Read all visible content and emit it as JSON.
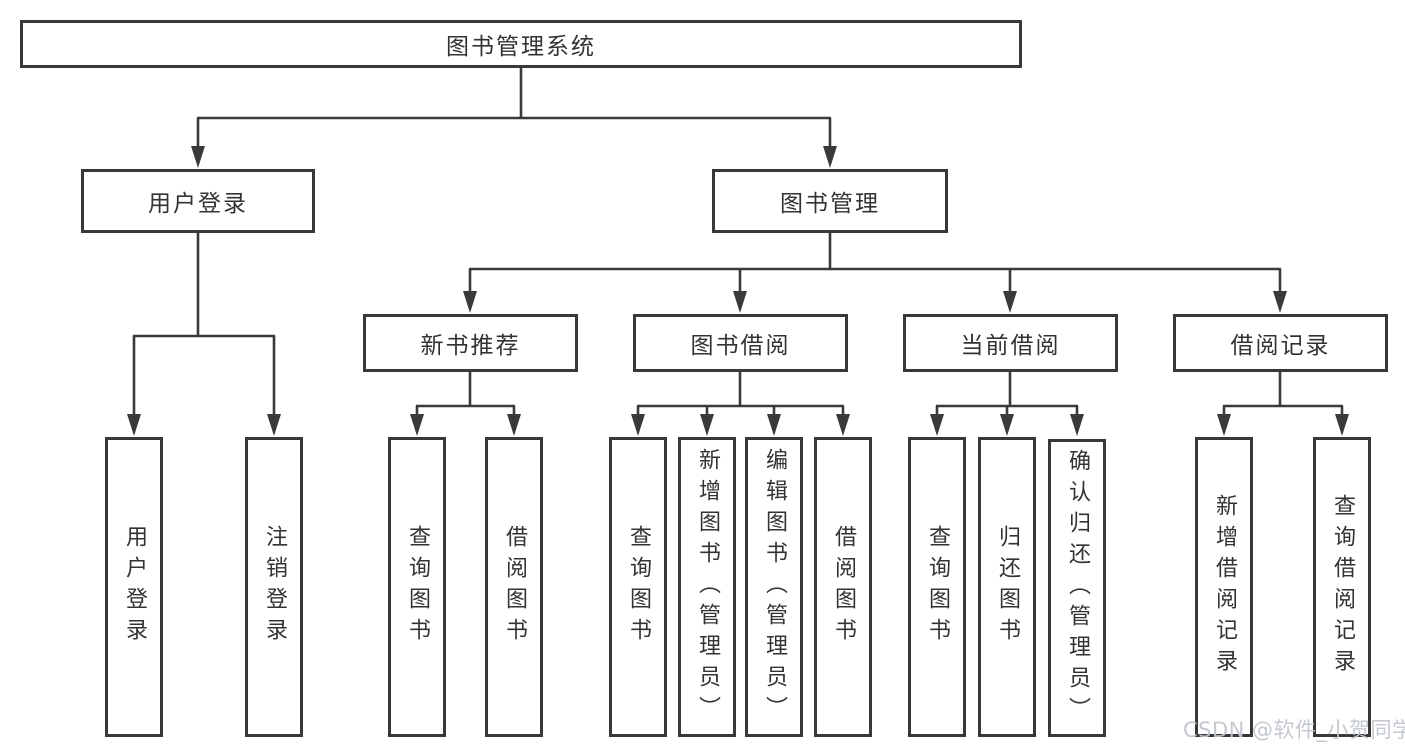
{
  "diagram": {
    "type": "tree",
    "colors": {
      "background": "#ffffff",
      "box_border": "#383838",
      "line": "#3a3a3a",
      "text": "#333333",
      "watermark": "#c1c6cd"
    },
    "nodes": {
      "root": {
        "label": "图书管理系统"
      },
      "branch_user_login": {
        "label": "用户登录"
      },
      "branch_book_mgmt": {
        "label": "图书管理"
      },
      "module_new_book_rec": {
        "label": "新书推荐"
      },
      "module_book_borrow": {
        "label": "图书借阅"
      },
      "module_current_borrow": {
        "label": "当前借阅"
      },
      "module_borrow_records": {
        "label": "借阅记录"
      },
      "leaf_user_login": {
        "label": "用户登录"
      },
      "leaf_logout": {
        "label": "注销登录"
      },
      "leaf_rec_query_books": {
        "label": "查询图书"
      },
      "leaf_rec_borrow_books": {
        "label": "借阅图书"
      },
      "leaf_bb_query_books": {
        "label": "查询图书"
      },
      "leaf_bb_add_books": {
        "label": "新增图书（管理员）"
      },
      "leaf_bb_edit_books": {
        "label": "编辑图书（管理员）"
      },
      "leaf_bb_borrow_books": {
        "label": "借阅图书"
      },
      "leaf_cb_query_books": {
        "label": "查询图书"
      },
      "leaf_cb_return_books": {
        "label": "归还图书"
      },
      "leaf_cb_confirm_return": {
        "label": "确认归还（管理员）"
      },
      "leaf_br_add_record": {
        "label": "新增借阅记录"
      },
      "leaf_br_query_record": {
        "label": "查询借阅记录"
      }
    },
    "edges": [
      [
        "root",
        "branch_user_login"
      ],
      [
        "root",
        "branch_book_mgmt"
      ],
      [
        "branch_user_login",
        "leaf_user_login"
      ],
      [
        "branch_user_login",
        "leaf_logout"
      ],
      [
        "branch_book_mgmt",
        "module_new_book_rec"
      ],
      [
        "branch_book_mgmt",
        "module_book_borrow"
      ],
      [
        "branch_book_mgmt",
        "module_current_borrow"
      ],
      [
        "branch_book_mgmt",
        "module_borrow_records"
      ],
      [
        "module_new_book_rec",
        "leaf_rec_query_books"
      ],
      [
        "module_new_book_rec",
        "leaf_rec_borrow_books"
      ],
      [
        "module_book_borrow",
        "leaf_bb_query_books"
      ],
      [
        "module_book_borrow",
        "leaf_bb_add_books"
      ],
      [
        "module_book_borrow",
        "leaf_bb_edit_books"
      ],
      [
        "module_book_borrow",
        "leaf_bb_borrow_books"
      ],
      [
        "module_current_borrow",
        "leaf_cb_query_books"
      ],
      [
        "module_current_borrow",
        "leaf_cb_return_books"
      ],
      [
        "module_current_borrow",
        "leaf_cb_confirm_return"
      ],
      [
        "module_borrow_records",
        "leaf_br_add_record"
      ],
      [
        "module_borrow_records",
        "leaf_br_query_record"
      ]
    ]
  },
  "watermark": {
    "text": "CSDN @软件_小贺同学"
  }
}
